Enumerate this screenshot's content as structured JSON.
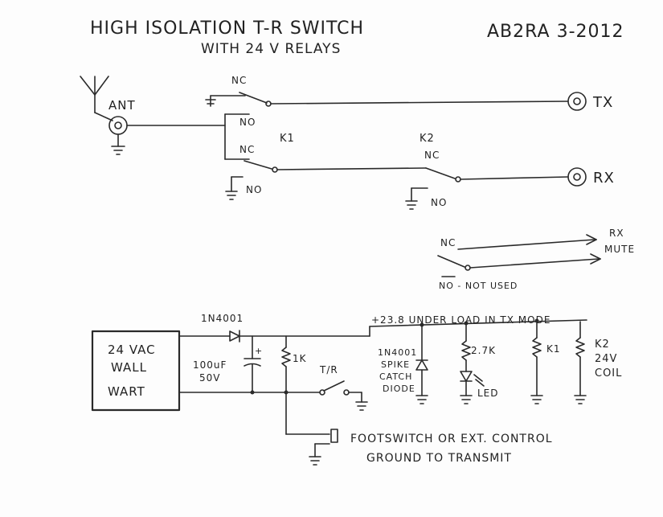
{
  "title": {
    "line1": "HIGH ISOLATION T-R SWITCH",
    "author": "AB2RA 3-2012",
    "line2": "WITH 24 V RELAYS"
  },
  "labels": {
    "ant": "ANT",
    "tx": "TX",
    "rx": "RX",
    "k1": "K1",
    "k2": "K2",
    "nc": "NC",
    "no": "NO",
    "rx_mute_1": "RX",
    "rx_mute_2": "MUTE",
    "no_not_used": "NO - NOT USED",
    "diode_top": "1N4001",
    "supply": "+23.8 UNDER LOAD IN TX MODE",
    "wall_wart_1": "24 VAC",
    "wall_wart_2": "WALL",
    "wall_wart_3": "WART",
    "cap_1": "100uF",
    "cap_2": "50V",
    "cap_plus": "+",
    "r1k": "1K",
    "tr": "T/R",
    "spike_1": "1N4001",
    "spike_2": "SPIKE",
    "spike_3": "CATCH",
    "spike_4": "DIODE",
    "r27k": "2.7K",
    "led": "LED",
    "k1_coil": "K1",
    "k2_coil_1": "K2",
    "k2_coil_2": "24V",
    "k2_coil_3": "COIL",
    "foot_1": "FOOTSWITCH OR EXT. CONTROL",
    "foot_2": "GROUND TO TRANSMIT"
  },
  "colors": {
    "ink": "#2a2a2a",
    "paper": "#fdfdfd"
  },
  "icons": [
    "antenna-icon",
    "coax-connector-icon",
    "ground-icon",
    "relay-contact-icon",
    "diode-icon",
    "capacitor-icon",
    "resistor-icon",
    "led-icon",
    "switch-icon"
  ]
}
